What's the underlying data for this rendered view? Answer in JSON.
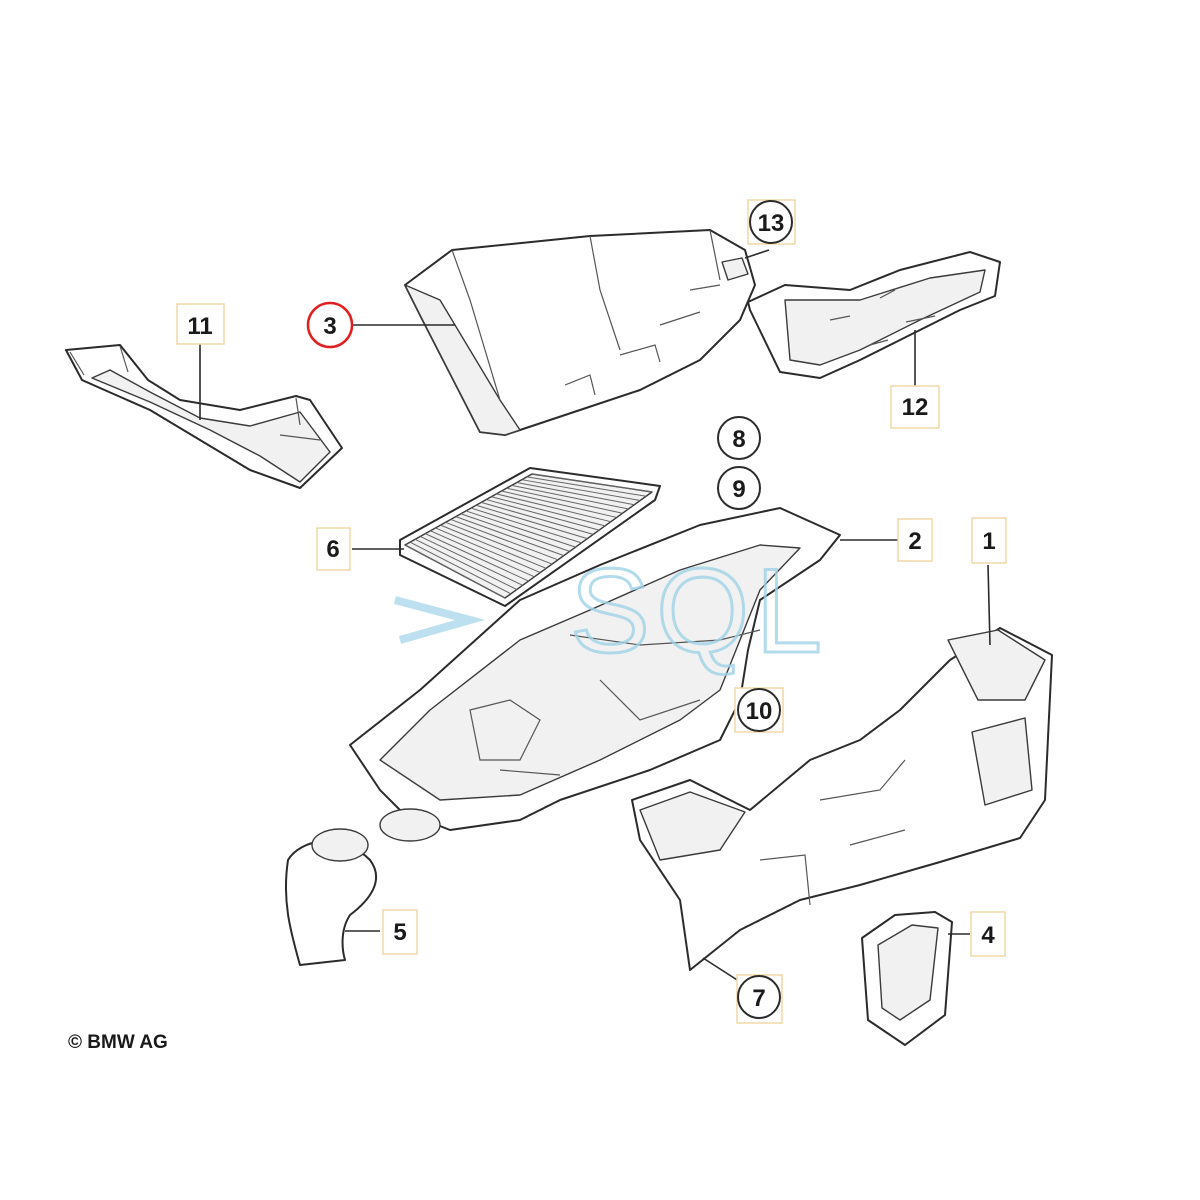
{
  "diagram": {
    "copyright": "© BMW AG",
    "watermark": "SQL",
    "highlight_color": "#e02020",
    "box_color": "#f0d9a8",
    "callouts": [
      {
        "id": "1",
        "shape": "box"
      },
      {
        "id": "2",
        "shape": "box"
      },
      {
        "id": "3",
        "shape": "circle",
        "highlighted": true
      },
      {
        "id": "4",
        "shape": "box"
      },
      {
        "id": "5",
        "shape": "box"
      },
      {
        "id": "6",
        "shape": "box"
      },
      {
        "id": "7",
        "shape": "circle"
      },
      {
        "id": "8",
        "shape": "circle"
      },
      {
        "id": "9",
        "shape": "circle"
      },
      {
        "id": "10",
        "shape": "circle"
      },
      {
        "id": "11",
        "shape": "box"
      },
      {
        "id": "12",
        "shape": "box"
      },
      {
        "id": "13",
        "shape": "circle"
      }
    ]
  }
}
